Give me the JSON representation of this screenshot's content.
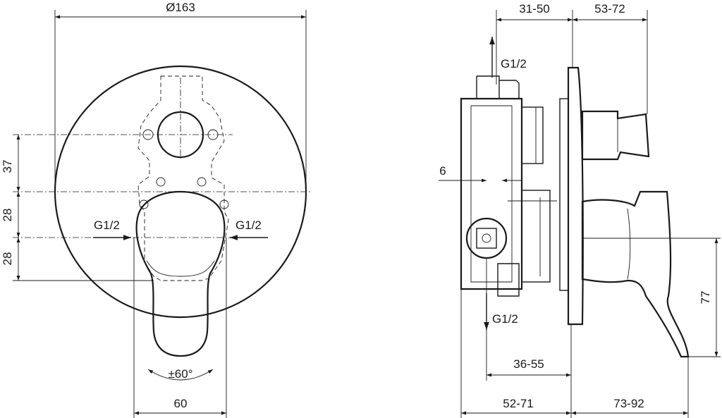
{
  "front_view": {
    "diameter_label": "Ø163",
    "dim_left_top": "37",
    "dim_left_mid": "28",
    "dim_left_bot": "28",
    "inlet_left": "G1/2",
    "inlet_right": "G1/2",
    "rotation_label": "±60°",
    "width_bottom": "60"
  },
  "side_view": {
    "dim_top_left": "31-50",
    "dim_top_right": "53-72",
    "outlet_top": "G1/2",
    "outlet_bottom": "G1/2",
    "dim_offset": "6",
    "dim_depth_mid": "36-55",
    "dim_bottom_left": "52-71",
    "dim_bottom_right": "73-92",
    "dim_right_height": "77"
  }
}
